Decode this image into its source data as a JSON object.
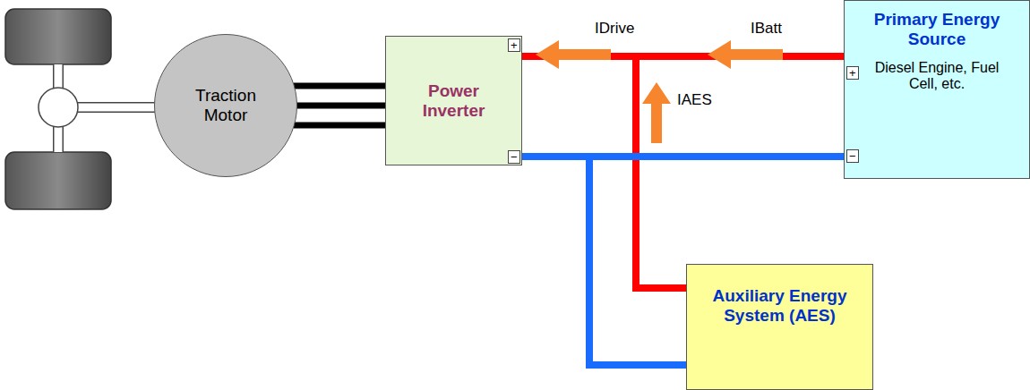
{
  "diagram": {
    "nodes": [
      {
        "text": [
          "Power Inverter"
        ]
      },
      {
        "text": [
          "Primary Energy Source",
          "Diesel Engine, Fuel Cell, etc."
        ]
      },
      {
        "text": [
          "Auxiliary Energy System (AES)"
        ]
      },
      {
        "text": [
          "Traction Motor"
        ]
      }
    ],
    "edges": [
      {
        "from": 1,
        "to": 0,
        "arrow": "none"
      },
      {
        "from": 2,
        "to": 0,
        "arrow": "none"
      },
      {
        "from": 1,
        "to": 0,
        "arrow": "none"
      },
      {
        "from": 2,
        "to": 0,
        "arrow": "none"
      },
      {
        "from": 0,
        "to": 3,
        "arrow": "none"
      }
    ],
    "labels": [
      "IDrive",
      "IBatt",
      "IAES",
      "+",
      "−",
      "+",
      "−"
    ]
  }
}
